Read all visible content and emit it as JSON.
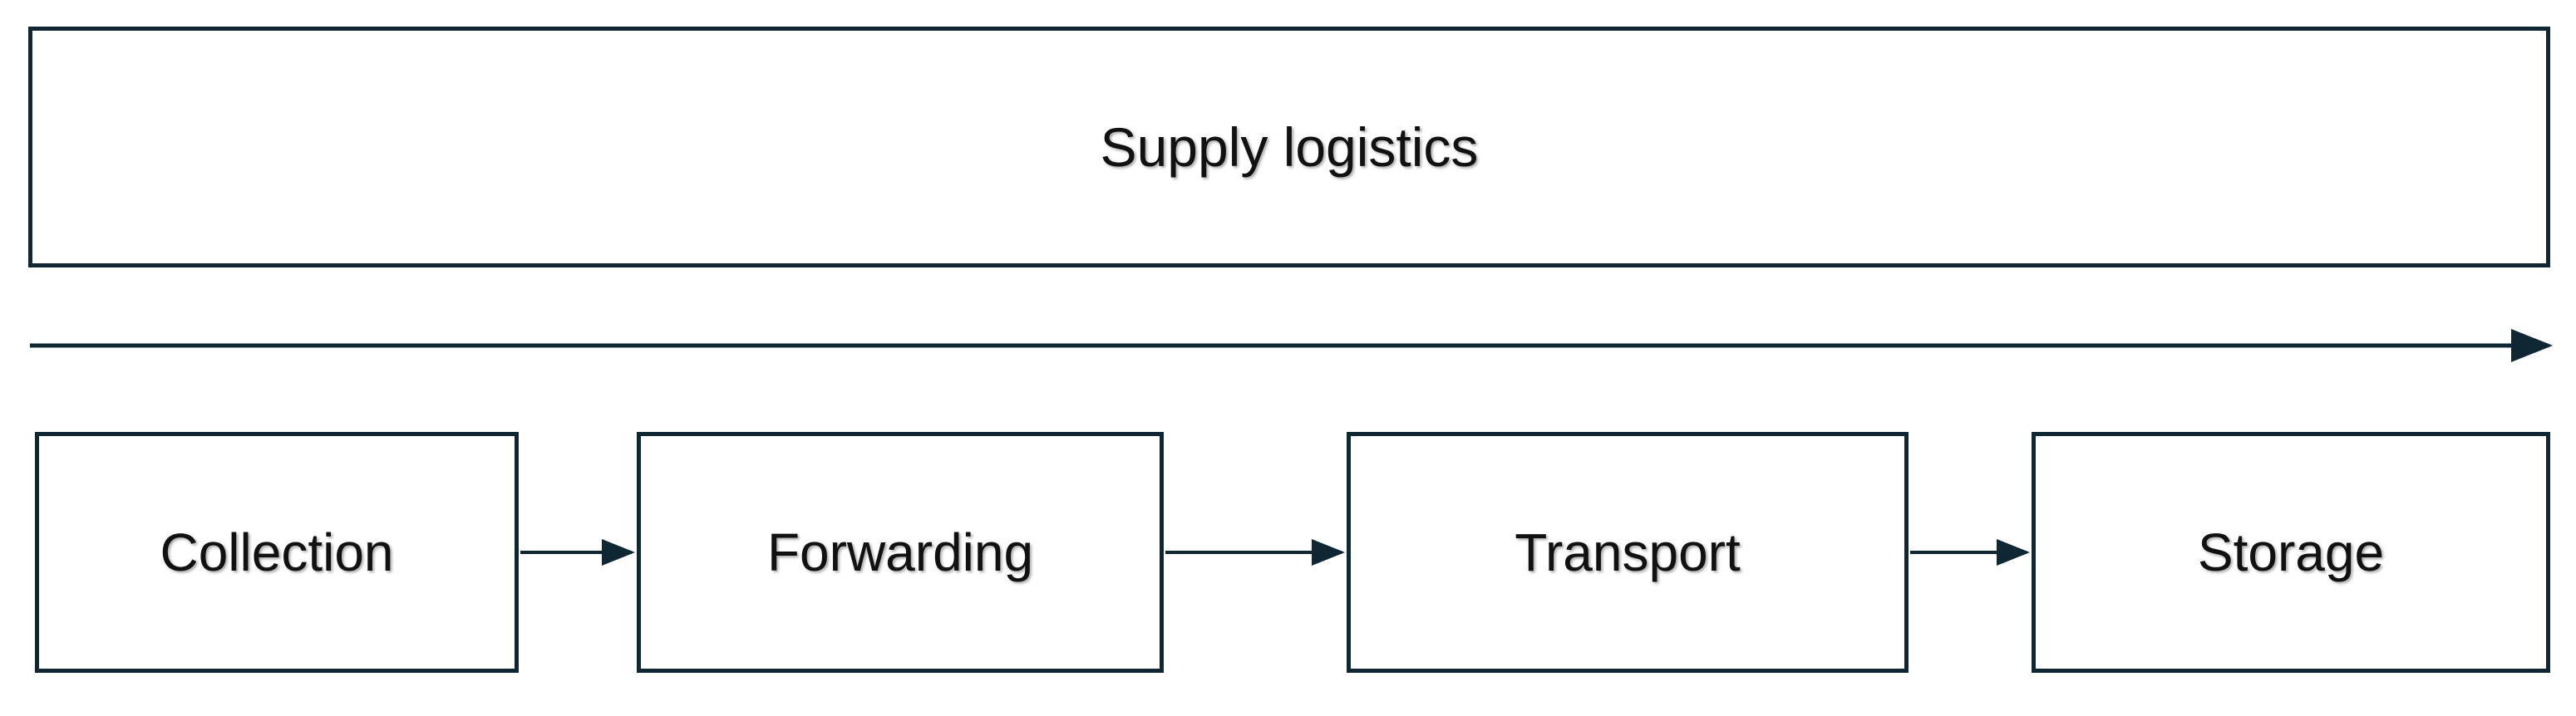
{
  "diagram": {
    "banner": {
      "label": "Supply logistics"
    },
    "steps": [
      {
        "label": "Collection"
      },
      {
        "label": "Forwarding"
      },
      {
        "label": "Transport"
      },
      {
        "label": "Storage"
      }
    ],
    "colors": {
      "stroke": "#0f2633",
      "text": "#111111",
      "background": "#ffffff"
    }
  }
}
